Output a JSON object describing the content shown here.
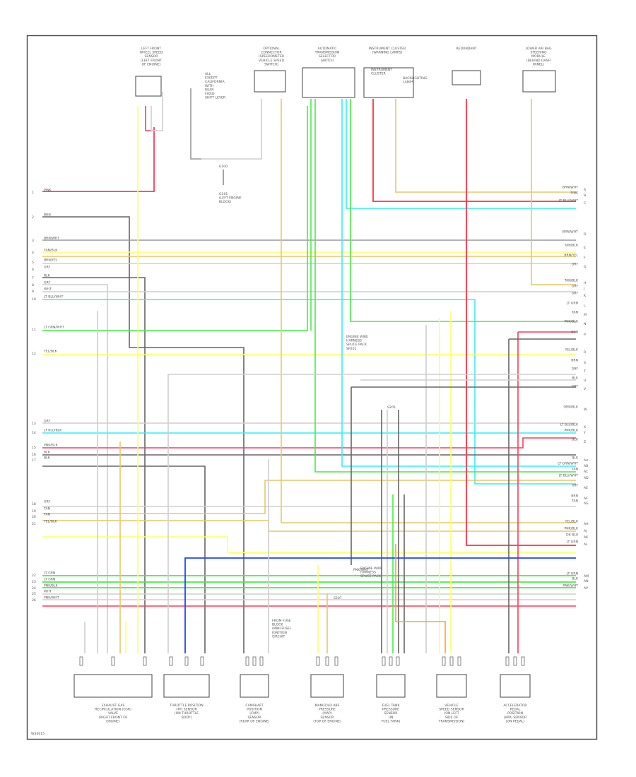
{
  "colors": {
    "frame": "#444444",
    "pink": "#ff3b5c",
    "red": "#ff3344",
    "dark_gray": "#666666",
    "gray": "#9a9a9a",
    "light_gray": "#cfcfcf",
    "yellow": "#ffff66",
    "tan": "#e9c66a",
    "orange": "#ffa040",
    "light_green": "#44ee44",
    "green": "#22cc55",
    "light_blue": "#33eeff",
    "dark_blue": "#2244ff",
    "white": "#e6e6e6",
    "black": "#333333"
  },
  "top_components": [
    {
      "id": "c1",
      "lines": [
        "LEFT FRONT",
        "WHEEL SPEED",
        "SENSOR",
        "(LEFT FRONT",
        "OF ENGINE)"
      ]
    },
    {
      "id": "c2",
      "lines": [
        "OPTIONAL",
        "CONNECTOR",
        "(SPEEDOMETER",
        "VEHICLE SPEED",
        "SWITCH)"
      ]
    },
    {
      "id": "c3",
      "lines": [
        "AUTOMATIC",
        "TRANSMISSION",
        "SELECTOR",
        "SWITCH"
      ]
    },
    {
      "id": "c4",
      "lines": [
        "INSTRUMENT CLUSTER",
        "(WARNING LAMPS)"
      ]
    },
    {
      "id": "c5",
      "lines": [
        "REDUNDANT"
      ]
    },
    {
      "id": "c6",
      "lines": [
        "LOWER AIR BAG",
        "STEERING",
        "MODULE",
        "(BEHIND DASH",
        "PANEL)"
      ]
    }
  ],
  "top_notes": [
    {
      "id": "n1",
      "lines": [
        "ALL",
        "EXCEPT",
        "CALIFORNIA",
        "WITH",
        "REAR",
        "FIXED",
        "SHIFT LEVER"
      ]
    },
    {
      "id": "n2",
      "lines": [
        "G101",
        "(LEFT ENGINE",
        "BLOCK)"
      ]
    },
    {
      "id": "n3",
      "lines": [
        "INSTRUMENT",
        "CLUSTER"
      ]
    },
    {
      "id": "n4",
      "lines": [
        "BACKLIGHTING",
        "LAMPS"
      ]
    }
  ],
  "ground_label": "G100",
  "left_wires": [
    {
      "id": "w1",
      "label": "PINK",
      "pin": "1"
    },
    {
      "id": "w2",
      "label": "BRN",
      "pin": "2"
    },
    {
      "id": "w3",
      "label": "BRN/WHT",
      "pin": "3"
    },
    {
      "id": "w4",
      "label": "TAN/BLK",
      "pin": "4"
    },
    {
      "id": "w5",
      "label": "BRN/YEL",
      "pin": "5"
    },
    {
      "id": "w6",
      "label": "GRY",
      "pin": "6"
    },
    {
      "id": "w7",
      "label": "BLK",
      "pin": "7"
    },
    {
      "id": "w8",
      "label": "GRY",
      "pin": "8"
    },
    {
      "id": "w9",
      "label": "WHT",
      "pin": "9"
    },
    {
      "id": "w10",
      "label": "LT BLU/WHT",
      "pin": "10"
    },
    {
      "id": "w11",
      "label": "LT GRN/WHT",
      "pin": "11"
    },
    {
      "id": "w12",
      "label": "YEL/BLK",
      "pin": "12"
    },
    {
      "id": "w13",
      "label": "GRY",
      "pin": "13"
    },
    {
      "id": "w14",
      "label": "LT BLU/BLK",
      "pin": "14"
    },
    {
      "id": "w15",
      "label": "PNK/BLK",
      "pin": "15"
    },
    {
      "id": "w16",
      "label": "BLK",
      "pin": "16"
    },
    {
      "id": "w17",
      "label": "BLK",
      "pin": "17"
    },
    {
      "id": "w18",
      "label": "GRY",
      "pin": "18"
    },
    {
      "id": "w19",
      "label": "TAN",
      "pin": "19"
    },
    {
      "id": "w20",
      "label": "TAN",
      "pin": "20"
    },
    {
      "id": "w21",
      "label": "YEL/BLK",
      "pin": "21"
    },
    {
      "id": "w22",
      "label": "LT GRN",
      "pin": "22"
    },
    {
      "id": "w23",
      "label": "LT GRN",
      "pin": "23"
    },
    {
      "id": "w24",
      "label": "PNK/BLK",
      "pin": "24"
    },
    {
      "id": "w25",
      "label": "WHT",
      "pin": "25"
    },
    {
      "id": "w26",
      "label": "PNK/WHT",
      "pin": "26"
    }
  ],
  "right_wires": [
    {
      "id": "r1",
      "label": "BRN/WHT",
      "pin": "A"
    },
    {
      "id": "r2",
      "label": "PINK",
      "pin": "B"
    },
    {
      "id": "r3",
      "label": "LT BLU/WHT",
      "pin": "C"
    },
    {
      "id": "r4",
      "label": "BRN/WHT",
      "pin": "D"
    },
    {
      "id": "r5",
      "label": "TAN/BLK",
      "pin": "E"
    },
    {
      "id": "r6",
      "label": "BRN/YEL",
      "pin": "F"
    },
    {
      "id": "r7",
      "label": "GRY",
      "pin": "G"
    },
    {
      "id": "r8",
      "label": "TAN/BLK",
      "pin": "H"
    },
    {
      "id": "r9",
      "label": "GRY",
      "pin": "J"
    },
    {
      "id": "r10",
      "label": "GRY",
      "pin": "K"
    },
    {
      "id": "r11",
      "label": "LT GRN",
      "pin": "L"
    },
    {
      "id": "r12",
      "label": "TAN",
      "pin": "M"
    },
    {
      "id": "r13",
      "label": "PNK/BLK",
      "pin": "N"
    },
    {
      "id": "r14",
      "label": "BRN",
      "pin": "P"
    },
    {
      "id": "r15",
      "label": "YEL/BLK",
      "pin": "R"
    },
    {
      "id": "r16",
      "label": "BRN",
      "pin": "S"
    },
    {
      "id": "r17",
      "label": "GRY",
      "pin": "T"
    },
    {
      "id": "r18",
      "label": "BLK",
      "pin": "U"
    },
    {
      "id": "r19",
      "label": "GRY",
      "pin": "V"
    },
    {
      "id": "r20",
      "label": "ORN/BLK",
      "pin": "W"
    },
    {
      "id": "r21",
      "label": "LT BLU/BLK",
      "pin": "X"
    },
    {
      "id": "r22",
      "label": "PNK/BLK",
      "pin": "Y"
    },
    {
      "id": "r23",
      "label": "BLK",
      "pin": "Z"
    },
    {
      "id": "r24",
      "label": "BLK",
      "pin": "AA"
    },
    {
      "id": "r25",
      "label": "LT GRN/WHT",
      "pin": "AB"
    },
    {
      "id": "r26",
      "label": "TAN",
      "pin": "AC"
    },
    {
      "id": "r27",
      "label": "LT BLU/WHT",
      "pin": "AD"
    },
    {
      "id": "r28",
      "label": "GRY",
      "pin": "AE"
    },
    {
      "id": "r29",
      "label": "BRN",
      "pin": "AF"
    },
    {
      "id": "r30",
      "label": "TAN",
      "pin": "AG"
    },
    {
      "id": "r31",
      "label": "YEL/BLK",
      "pin": "AH"
    },
    {
      "id": "r32",
      "label": "PNK/BLK",
      "pin": "AJ"
    },
    {
      "id": "r33",
      "label": "DK BLU",
      "pin": "AK"
    },
    {
      "id": "r34",
      "label": "LT GRN",
      "pin": "AL"
    },
    {
      "id": "r35",
      "label": "LT GRN",
      "pin": "AM"
    },
    {
      "id": "r36",
      "label": "BLK",
      "pin": "AN"
    },
    {
      "id": "r37",
      "label": "PNK/WHT",
      "pin": "AP"
    }
  ],
  "mid_labels": [
    {
      "id": "m1",
      "lines": [
        "ENGINE WIRE",
        "HARNESS",
        "SPLICE PACK",
        "SP201"
      ]
    },
    {
      "id": "m2",
      "lines": [
        "S205"
      ]
    },
    {
      "id": "m3",
      "lines": [
        "ENGINE WIRE",
        "HARNESS",
        "SPLICE PACK"
      ]
    },
    {
      "id": "m4",
      "lines": [
        "PNK/WHT"
      ]
    },
    {
      "id": "m5",
      "lines": [
        "S207"
      ]
    },
    {
      "id": "m6",
      "lines": [
        "FROM FUSE",
        "BLOCK",
        "(MINI FUSE)",
        "IGNITION",
        "CIRCUIT"
      ]
    }
  ],
  "bottom_components": [
    {
      "id": "b1",
      "lines": [
        "EXHAUST GAS",
        "RECIRCULATION (EGR)",
        "VALVE",
        "(RIGHT FRONT OF",
        "ENGINE)"
      ]
    },
    {
      "id": "b2",
      "lines": [
        "THROTTLE POSITION",
        "(TP) SENSOR",
        "(ON THROTTLE",
        "BODY)"
      ]
    },
    {
      "id": "b3",
      "lines": [
        "CAMSHAFT",
        "POSITION",
        "(CMP)",
        "SENSOR",
        "(REAR OF ENGINE)"
      ]
    },
    {
      "id": "b4",
      "lines": [
        "MANIFOLD ABS",
        "PRESSURE",
        "(MAP)",
        "SENSOR",
        "(TOP OF ENGINE)"
      ]
    },
    {
      "id": "b5",
      "lines": [
        "FUEL TANK",
        "PRESSURE",
        "SENSOR",
        "(IN",
        "FUEL TANK)"
      ]
    },
    {
      "id": "b6",
      "lines": [
        "VEHICLE",
        "SPEED SENSOR",
        "(ON LEFT",
        "SIDE OF",
        "TRANSMISSION)"
      ]
    },
    {
      "id": "b7",
      "lines": [
        "ACCELERATOR",
        "PEDAL",
        "POSITION",
        "(APP) SENSOR",
        "(ON PEDAL)"
      ]
    }
  ],
  "footer": "W30015"
}
